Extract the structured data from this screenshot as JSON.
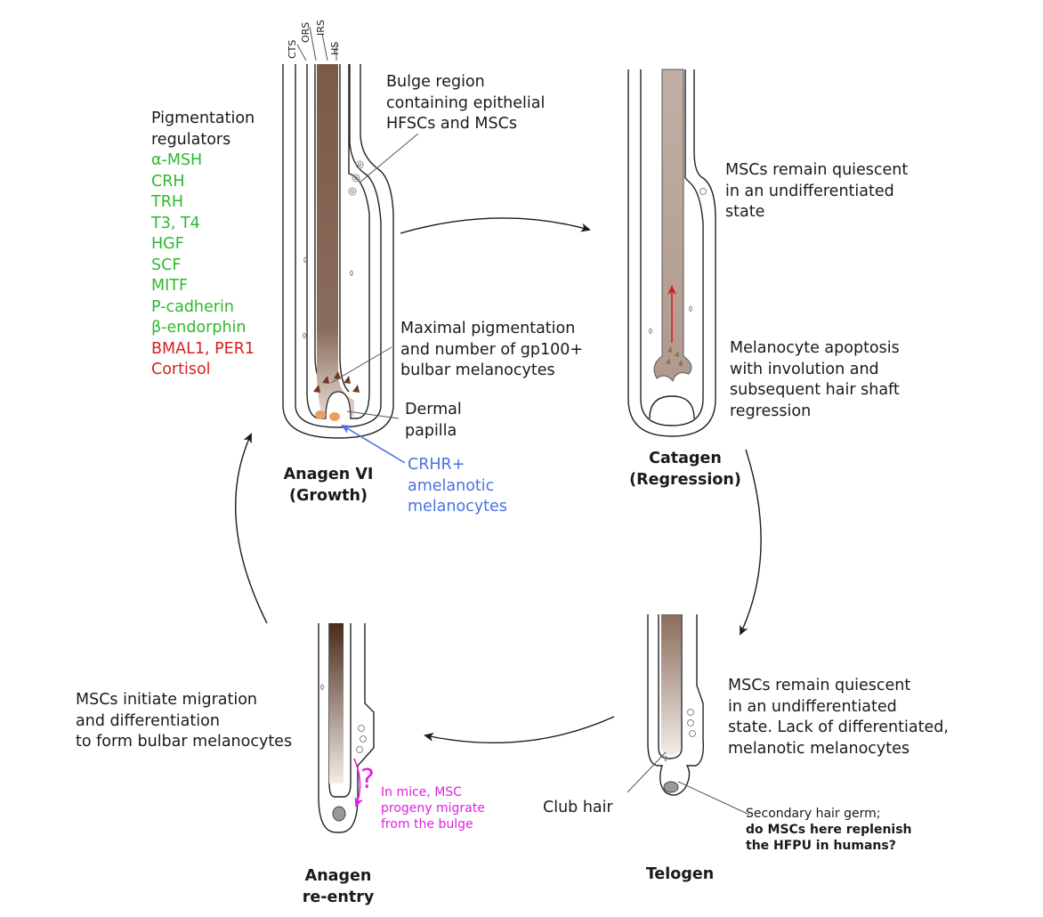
{
  "layer_labels": {
    "cts": "CTS",
    "ors": "ORS",
    "irs": "IRS",
    "hs": "HS"
  },
  "regulators": {
    "title_lines": [
      "Pigmentation",
      "regulators"
    ],
    "positive": [
      "α-MSH",
      "CRH",
      "TRH",
      "T3, T4",
      "HGF",
      "SCF",
      "MITF",
      "P-cadherin",
      "β-endorphin"
    ],
    "negative": [
      "BMAL1, PER1",
      "Cortisol"
    ]
  },
  "anagen": {
    "stage_lines": [
      "Anagen VI",
      "(Growth)"
    ],
    "bulge_lines": [
      "Bulge region",
      "containing epithelial",
      "HFSCs and MSCs"
    ],
    "pigment_lines": [
      "Maximal pigmentation",
      "and number of gp100+",
      "bulbar melanocytes"
    ],
    "papilla_lines": [
      "Dermal",
      "papilla"
    ],
    "crhr_lines": [
      "CRHR+",
      "amelanotic",
      "melanocytes"
    ]
  },
  "catagen": {
    "stage_lines": [
      "Catagen",
      "(Regression)"
    ],
    "quiescent_lines": [
      "MSCs remain quiescent",
      "in an undifferentiated",
      "state"
    ],
    "apoptosis_lines": [
      "Melanocyte apoptosis",
      "with involution and",
      "subsequent hair shaft",
      "regression"
    ]
  },
  "telogen": {
    "stage_lines": [
      "Telogen"
    ],
    "desc_lines": [
      "MSCs remain quiescent",
      "in an undifferentiated",
      "state. Lack of differentiated,",
      "melanotic melanocytes"
    ],
    "club_hair": "Club hair",
    "germ_line": "Secondary hair germ;",
    "germ_question_lines": [
      "do MSCs here replenish",
      "the HFPU in humans?"
    ]
  },
  "reentry": {
    "stage_lines": [
      "Anagen",
      "re-entry"
    ],
    "desc_lines": [
      "MSCs initiate migration",
      "and differentiation",
      "to form bulbar melanocytes"
    ],
    "question_mark": "?",
    "mice_lines": [
      "In mice, MSC",
      "progeny migrate",
      "from the bulge"
    ]
  }
}
